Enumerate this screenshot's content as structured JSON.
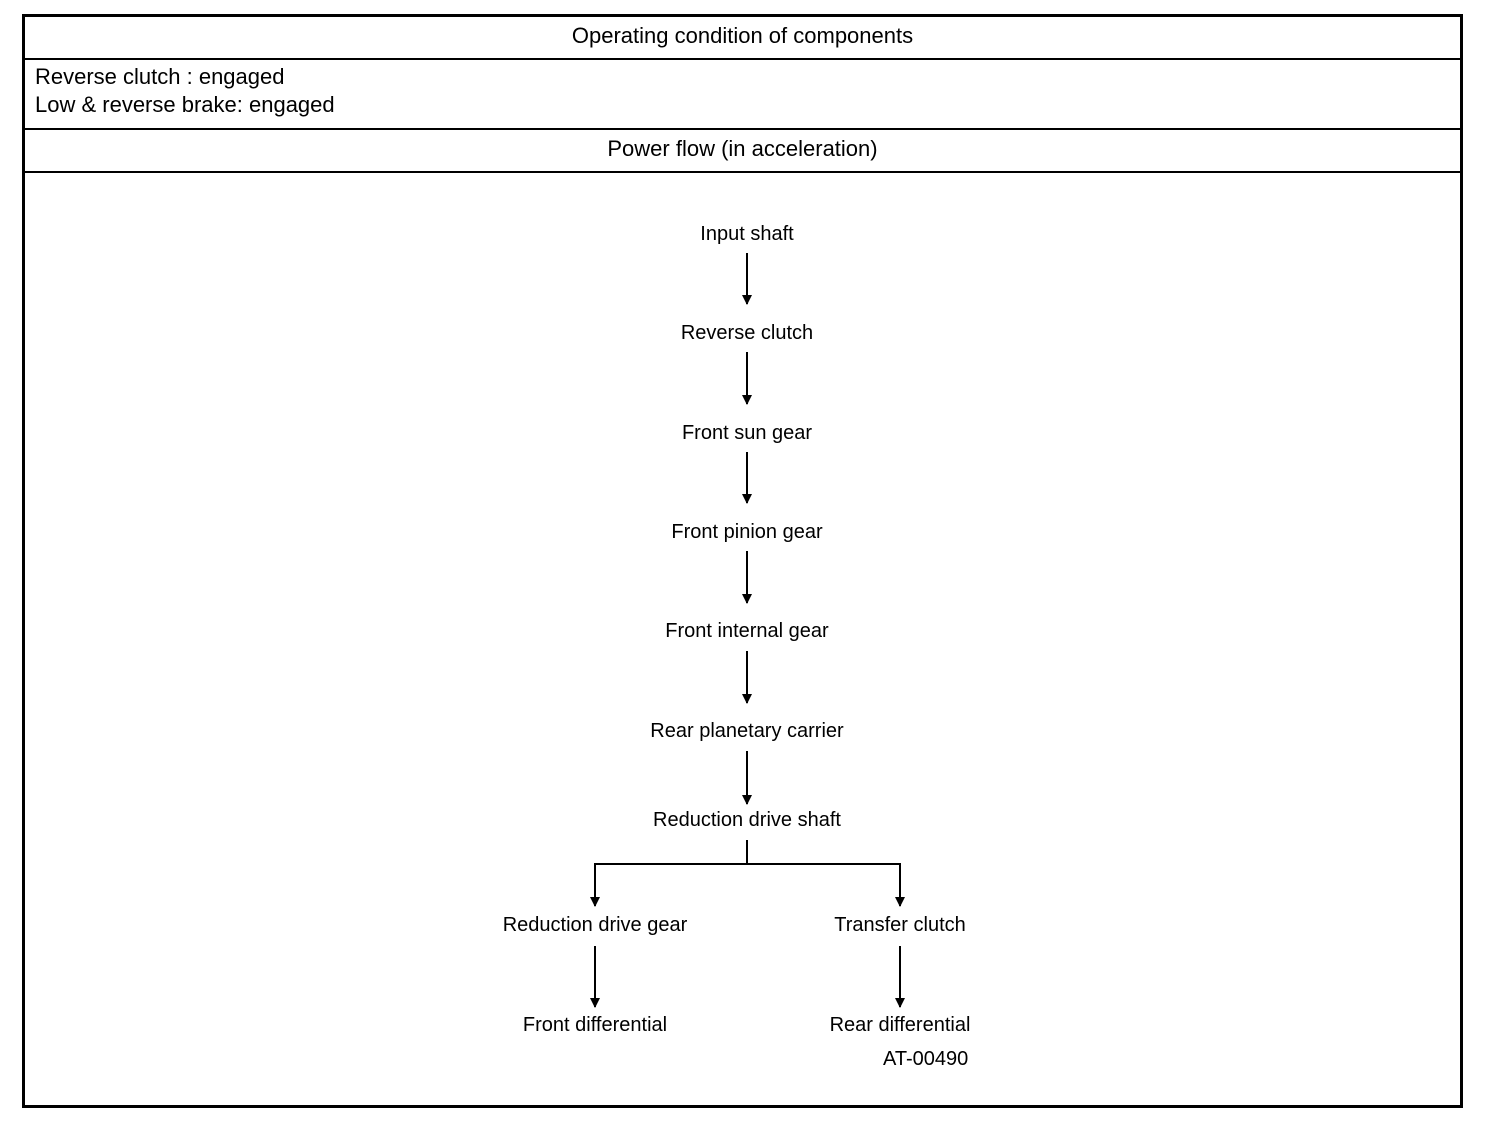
{
  "table": {
    "header_operating": "Operating condition of components",
    "conditions": [
      "Reverse clutch : engaged",
      "Low & reverse brake: engaged"
    ],
    "header_powerflow": "Power flow (in acceleration)"
  },
  "flow": {
    "nodes": {
      "input_shaft": "Input shaft",
      "reverse_clutch": "Reverse clutch",
      "front_sun_gear": "Front sun gear",
      "front_pinion_gear": "Front pinion gear",
      "front_internal_gear": "Front internal gear",
      "rear_planetary_carrier": "Rear planetary carrier",
      "reduction_drive_shaft": "Reduction drive shaft",
      "reduction_drive_gear": "Reduction drive gear",
      "transfer_clutch": "Transfer clutch",
      "front_differential": "Front differential",
      "rear_differential": "Rear differential"
    }
  },
  "figure_code": "AT-00490"
}
